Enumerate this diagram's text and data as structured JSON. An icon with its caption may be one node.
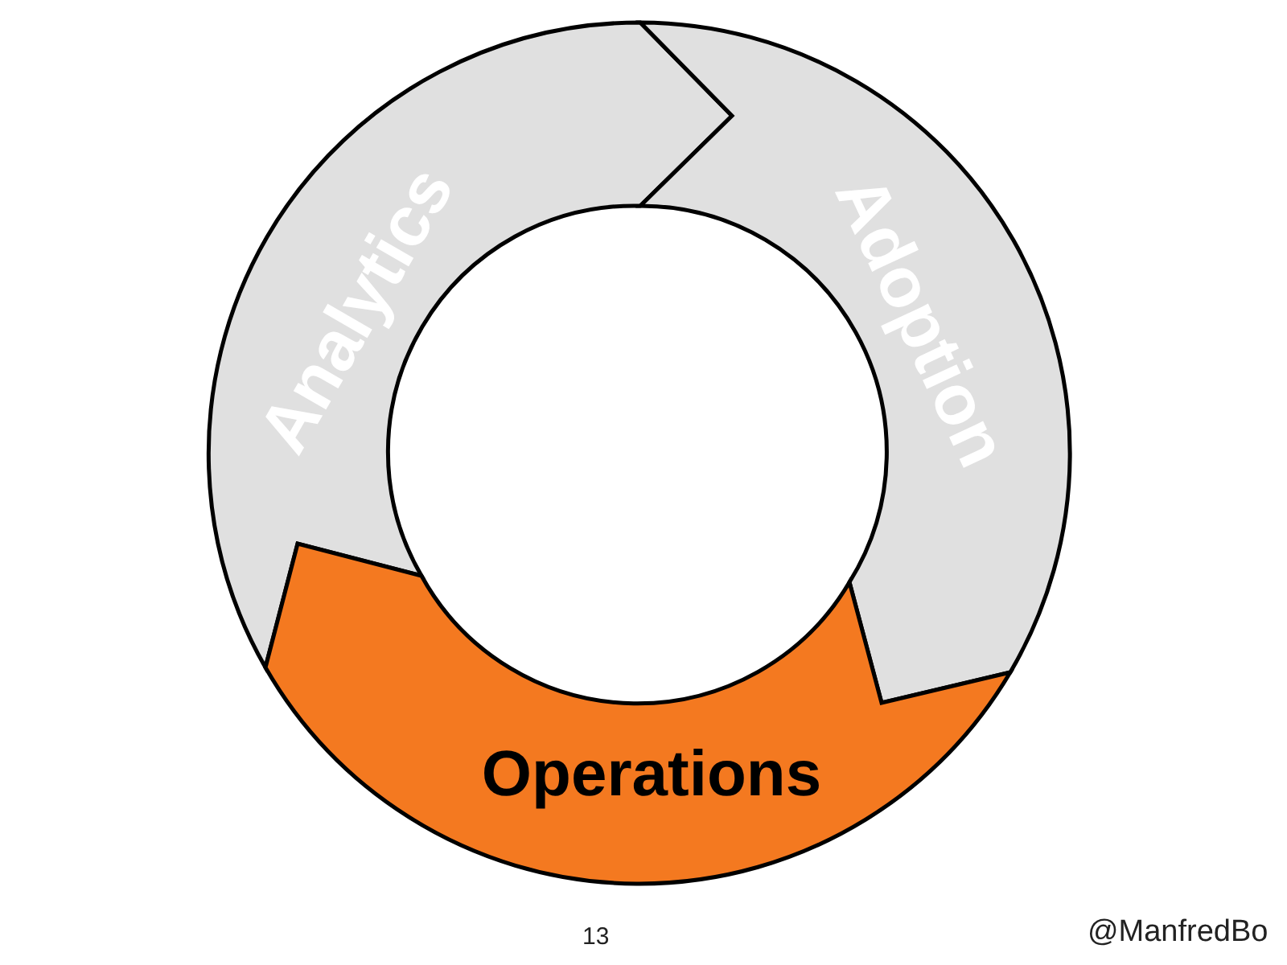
{
  "diagram": {
    "nodes": [
      {
        "text": [
          "Analytics"
        ]
      },
      {
        "text": [
          "Adoption"
        ]
      },
      {
        "text": [
          "Operations"
        ]
      }
    ],
    "labels": [
      "13",
      "@ManfredBo"
    ]
  }
}
